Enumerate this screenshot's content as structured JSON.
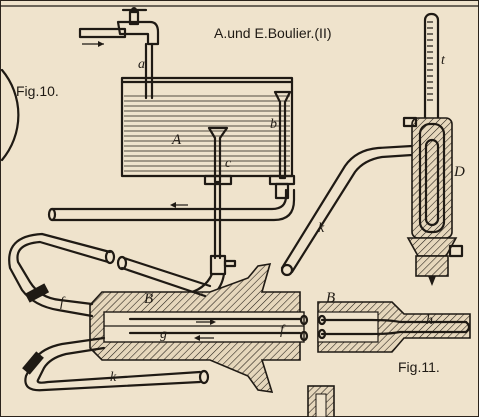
{
  "header": {
    "title": "A.und E.Boulier.(II)"
  },
  "figures": {
    "fig10": "Fig.10.",
    "fig11": "Fig.11."
  },
  "labels": {
    "a": "a",
    "A": "A",
    "b": "b",
    "c": "c",
    "t": "t",
    "D": "D",
    "k_upper": "k",
    "k_lower": "k",
    "B_left": "B",
    "B_right": "B",
    "f_left": "f",
    "f_mid": "f",
    "g": "g",
    "h": "h"
  },
  "colors": {
    "paper": "#efe3cc",
    "ink": "#1f1a14"
  }
}
